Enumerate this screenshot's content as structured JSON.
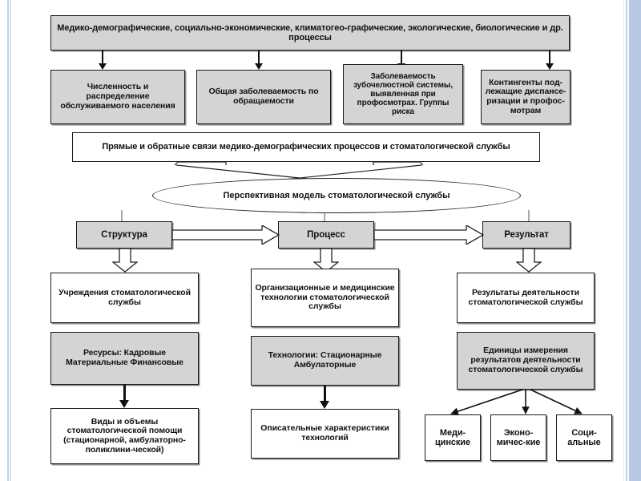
{
  "diagram": {
    "title_row": {
      "id": "processes-banner",
      "text": "Медико-демографические, социально-экономические, климатогео-графические, экологические, биологические и др. процессы",
      "fill": "#d4d4d4"
    },
    "row_factors": [
      {
        "id": "population",
        "text": "Численность и распределение обслуживаемого населения",
        "fill": "#d4d4d4"
      },
      {
        "id": "general-morbidity",
        "text": "Общая заболеваемость по обращаемости",
        "fill": "#d4d4d4"
      },
      {
        "id": "dental-morbidity",
        "text": "Заболеваемость зубочелюстной системы, выявленная при профосмотрах. Группы риска",
        "fill": "#d4d4d4"
      },
      {
        "id": "contingents",
        "text": "Контингенты под-лежащие диспансе-ризации и профос-мотрам",
        "fill": "#d4d4d4"
      }
    ],
    "links_box": {
      "id": "direct-feedback-links",
      "text": "Прямые и обратные связи медико-демографических процессов и стоматологической службы",
      "fill": "#ffffff"
    },
    "model_ellipse": {
      "id": "perspective-model",
      "text": "Перспективная модель стоматологической службы",
      "fill": "#ffffff"
    },
    "spr_row": [
      {
        "id": "structure",
        "text": "Структура",
        "fill": "#d4d4d4"
      },
      {
        "id": "process",
        "text": "Процесс",
        "fill": "#d4d4d4"
      },
      {
        "id": "result",
        "text": "Результат",
        "fill": "#d4d4d4"
      }
    ],
    "row_level1": [
      {
        "id": "institutions",
        "text": "Учреждения стоматологической службы",
        "fill": "#ffffff"
      },
      {
        "id": "technologies-org",
        "text": "Организационные и медицинские технологии стоматологической службы",
        "fill": "#ffffff"
      },
      {
        "id": "activity-results",
        "text": "Результаты деятельности стоматологической службы",
        "fill": "#ffffff"
      }
    ],
    "row_level2": [
      {
        "id": "resources",
        "text": "Ресурсы: Кадровые Материальные Финансовые",
        "fill": "#d4d4d4"
      },
      {
        "id": "technologies-types",
        "text": "Технологии: Стационарные Амбулаторные",
        "fill": "#d4d4d4"
      },
      {
        "id": "measurement-units",
        "text": "Единицы измерения результатов деятельности стоматологической службы",
        "fill": "#d4d4d4"
      }
    ],
    "row_level3": [
      {
        "id": "care-types",
        "text": "Виды и объемы стоматологической помощи (стационарной, амбулаторно-поликлини-ческой)",
        "fill": "#ffffff"
      },
      {
        "id": "descriptive-characteristics",
        "text": "Описательные характеристики технологий",
        "fill": "#ffffff"
      }
    ],
    "row_results_leaves": [
      {
        "id": "medical",
        "text": "Меди-цинские",
        "fill": "#ffffff"
      },
      {
        "id": "economic",
        "text": "Эконо-мичес-кие",
        "fill": "#ffffff"
      },
      {
        "id": "social",
        "text": "Соци-альные",
        "fill": "#ffffff"
      }
    ],
    "colors": {
      "box_fill_gray": "#d4d4d4",
      "box_fill_white": "#ffffff",
      "border": "#1a1a1a",
      "arrow": "#111111",
      "page_rail": "#b9c8e2"
    }
  }
}
